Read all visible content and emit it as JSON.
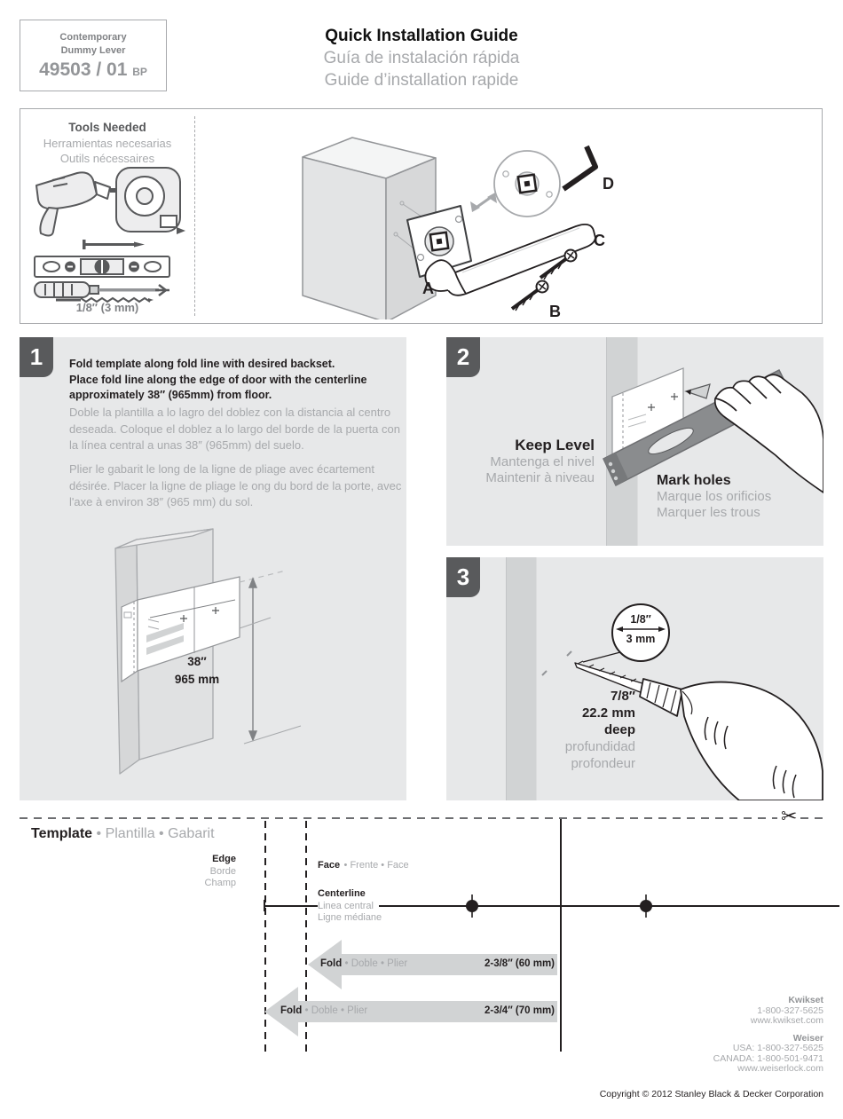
{
  "header": {
    "product": {
      "line1": "Contemporary",
      "line2": "Dummy Lever",
      "model": "49503 / 01",
      "suffix": "BP"
    },
    "title_en": "Quick Installation Guide",
    "title_es": "Guía de instalación rápida",
    "title_fr": "Guide d’installation rapide"
  },
  "tools": {
    "heading_en": "Tools Needed",
    "heading_es": "Herramientas necesarias",
    "heading_fr": "Outils nécessaires",
    "bit_label": "1/8″ (3 mm)",
    "icons": [
      "drill-icon",
      "tape-measure-icon",
      "nail-icon",
      "level-icon",
      "screwdriver-icon",
      "drill-bit-icon"
    ]
  },
  "parts": {
    "a": "A",
    "b": "B",
    "c": "C",
    "d": "D"
  },
  "step1": {
    "number": "1",
    "en_line1": "Fold template along fold line with desired backset.",
    "en_line2": "Place fold line along the edge of door with the centerline",
    "en_line3": "approximately 38″ (965mm) from floor.",
    "es": "Doble la plantilla a lo lagro del doblez con la distancia al centro deseada. Coloque el doblez a lo largo del borde de la puerta con la línea central a unas 38″ (965mm) del suelo.",
    "fr": "Plier le gabarit le long de la ligne de pliage avec écartement désirée. Placer la ligne de pliage le ong du bord de la porte, avec l'axe à environ 38″ (965 mm) du sol.",
    "height_in": "38″",
    "height_mm": "965 mm"
  },
  "step2": {
    "number": "2",
    "keep_en": "Keep Level",
    "keep_es": "Mantenga el nivel",
    "keep_fr": "Maintenir à niveau",
    "mark_en": "Mark holes",
    "mark_es": "Marque los orificios",
    "mark_fr": "Marquer les trous"
  },
  "step3": {
    "number": "3",
    "callout_in": "1/8″",
    "callout_mm": "3 mm",
    "depth_in": "7/8″",
    "depth_mm": "22.2 mm",
    "depth_word": "deep",
    "depth_es": "profundidad",
    "depth_fr": "profondeur"
  },
  "template": {
    "title_en": "Template",
    "title_rest": "• Plantilla • Gabarit",
    "edge_en": "Edge",
    "edge_es": "Borde",
    "edge_fr": "Champ",
    "face_en": "Face",
    "face_rest": "• Frente • Face",
    "center_en": "Centerline",
    "center_es": "Linea central",
    "center_fr": "Ligne médiane",
    "fold1_en": "Fold",
    "fold1_rest": "• Doble • Plier",
    "fold1_size": "2-3/8″ (60 mm)",
    "fold2_en": "Fold",
    "fold2_rest": "• Doble • Plier",
    "fold2_size": "2-3/4″ (70 mm)"
  },
  "footer": {
    "kwikset_name": "Kwikset",
    "kwikset_phone": "1-800-327-5625",
    "kwikset_web": "www.kwikset.com",
    "weiser_name": "Weiser",
    "weiser_usa": "USA: 1-800-327-5625",
    "weiser_canada": "CANADA: 1-800-501-9471",
    "weiser_web": "www.weiserlock.com",
    "copyright": "Copyright © 2012 Stanley Black & Decker Corporation"
  },
  "colors": {
    "panel": "#e7e8e9",
    "badge": "#595a5c",
    "gray_text": "#a7a9ac",
    "dark_text": "#231f20",
    "shape_gray": "#d1d3d4"
  }
}
